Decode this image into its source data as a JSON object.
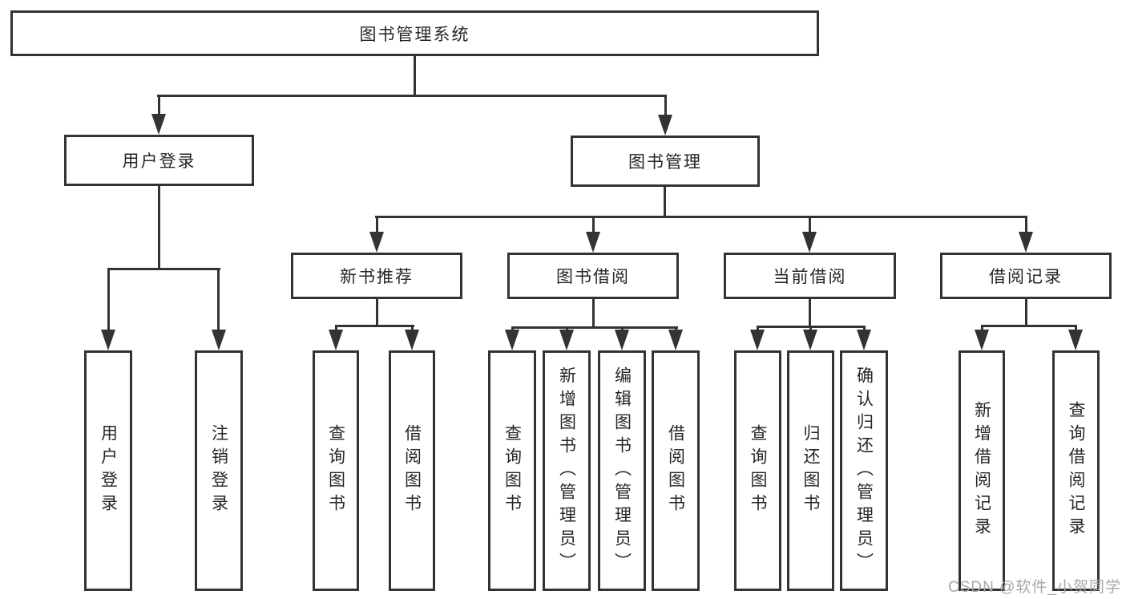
{
  "diagram_title": "图书管理系统",
  "watermark": "CSDN @软件_小贺同学",
  "colors": {
    "line": "#333333",
    "border": "#333333",
    "text": "#262626",
    "background": "#ffffff",
    "watermark": "#a8a8a8"
  },
  "tree": {
    "root": {
      "label": "图书管理系统"
    },
    "level2": [
      {
        "label": "用户登录"
      },
      {
        "label": "图书管理"
      }
    ],
    "level3": [
      {
        "label": "新书推荐",
        "parent": "图书管理"
      },
      {
        "label": "图书借阅",
        "parent": "图书管理"
      },
      {
        "label": "当前借阅",
        "parent": "图书管理"
      },
      {
        "label": "借阅记录",
        "parent": "图书管理"
      }
    ],
    "leaves": {
      "user_login": [
        {
          "label": "用户登录"
        },
        {
          "label": "注销登录"
        }
      ],
      "new_book": [
        {
          "label": "查询图书"
        },
        {
          "label": "借阅图书"
        }
      ],
      "book_borrow": [
        {
          "label": "查询图书"
        },
        {
          "label": "新增图书（管理员）"
        },
        {
          "label": "编辑图书（管理员）"
        },
        {
          "label": "借阅图书"
        }
      ],
      "current_borrow": [
        {
          "label": "查询图书"
        },
        {
          "label": "归还图书"
        },
        {
          "label": "确认归还（管理员）"
        }
      ],
      "borrow_record": [
        {
          "label": "新增借阅记录"
        },
        {
          "label": "查询借阅记录"
        }
      ]
    }
  }
}
